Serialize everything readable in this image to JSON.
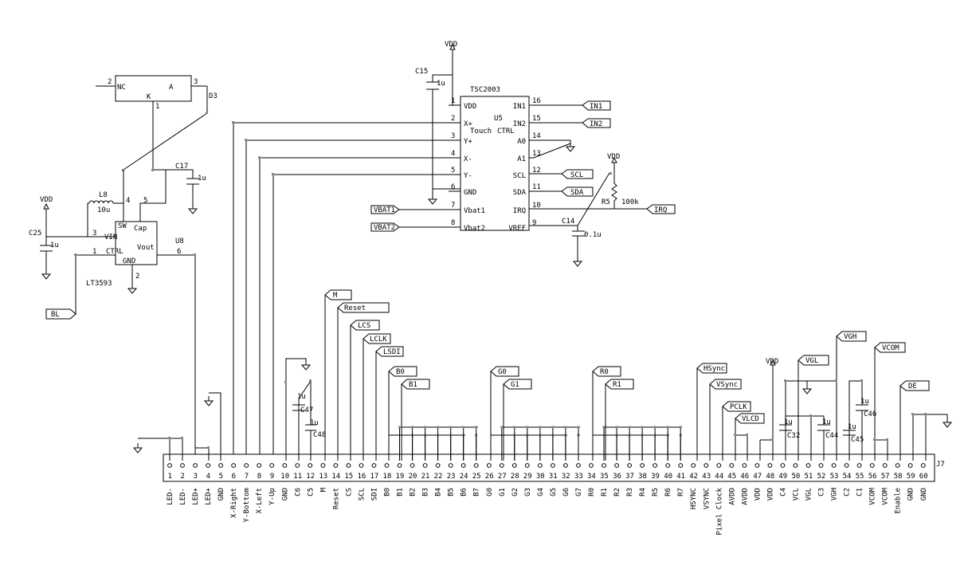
{
  "tsc": {
    "part": "TSC2003",
    "ref": "U5",
    "name1": "Touch",
    "name2": "CTRL",
    "left_pins": [
      {
        "num": "1",
        "name": "VDD"
      },
      {
        "num": "2",
        "name": "X+"
      },
      {
        "num": "3",
        "name": "Y+"
      },
      {
        "num": "4",
        "name": "X-"
      },
      {
        "num": "5",
        "name": "Y-"
      },
      {
        "num": "6",
        "name": "GND"
      },
      {
        "num": "7",
        "name": "Vbat1"
      },
      {
        "num": "8",
        "name": "Vbat2"
      }
    ],
    "right_pins": [
      {
        "num": "16",
        "name": "IN1"
      },
      {
        "num": "15",
        "name": "IN2"
      },
      {
        "num": "14",
        "name": "A0"
      },
      {
        "num": "13",
        "name": "A1"
      },
      {
        "num": "12",
        "name": "SCL"
      },
      {
        "num": "11",
        "name": "SDA"
      },
      {
        "num": "10",
        "name": "IRQ"
      },
      {
        "num": "9",
        "name": "VREF"
      }
    ]
  },
  "lt": {
    "part": "LT3593",
    "ref": "U8",
    "pins": [
      {
        "num": "4",
        "name": "SW"
      },
      {
        "num": "5",
        "name": "Cap"
      },
      {
        "num": "3",
        "name": "VIN"
      },
      {
        "num": "1",
        "name": "CTRL"
      },
      {
        "num": "2",
        "name": "GND"
      },
      {
        "num": "6",
        "name": "Vout"
      }
    ]
  },
  "diode": {
    "ref": "D3",
    "nc": "NC",
    "a": "A",
    "k": "K",
    "pin_nc": "2",
    "pin_a": "3",
    "pin_k": "1"
  },
  "passives": {
    "c15": {
      "ref": "C15",
      "value": "1u"
    },
    "c17": {
      "ref": "C17",
      "value": "1u"
    },
    "c25": {
      "ref": "C25",
      "value": "1u"
    },
    "c14": {
      "ref": "C14",
      "value": "0.1u"
    },
    "l8": {
      "ref": "L8",
      "value": "10u"
    },
    "r5": {
      "ref": "R5",
      "value": "100k"
    },
    "c47": {
      "ref": "C47",
      "value": "1u"
    },
    "c48": {
      "ref": "C48",
      "value": "1u"
    },
    "c32": {
      "ref": "C32",
      "value": "1u"
    },
    "c44": {
      "ref": "C44",
      "value": "1u"
    },
    "c45": {
      "ref": "C45",
      "value": "1u"
    },
    "c46": {
      "ref": "C46",
      "value": "1u"
    }
  },
  "power": {
    "vdd": "VDD"
  },
  "ports": {
    "in1": "IN1",
    "in2": "IN2",
    "scl": "SCL",
    "sda": "SDA",
    "irq": "IRQ",
    "vbat1": "VBAT1",
    "vbat2": "VBAT2",
    "bl": "BL",
    "m": "M",
    "reset": "Reset",
    "lcs": "LCS",
    "lclk": "LCLK",
    "lsdi": "LSDI",
    "b0": "B0",
    "b1": "B1",
    "g0": "G0",
    "g1": "G1",
    "r0": "R0",
    "r1": "R1",
    "hsync": "HSync",
    "vsync": "VSync",
    "pclk": "PCLK",
    "vlcd": "VLCD",
    "vgl": "VGL",
    "vgh": "VGH",
    "vcom": "VCOM",
    "de": "DE"
  },
  "connector": {
    "ref": "J7",
    "pins": [
      {
        "num": "1",
        "label": "LED-"
      },
      {
        "num": "2",
        "label": "LED-"
      },
      {
        "num": "3",
        "label": "LED+"
      },
      {
        "num": "4",
        "label": "LED+"
      },
      {
        "num": "5",
        "label": "GND"
      },
      {
        "num": "6",
        "label": "X-Right"
      },
      {
        "num": "7",
        "label": "Y-Bottom"
      },
      {
        "num": "8",
        "label": "X-Left"
      },
      {
        "num": "9",
        "label": "Y-Up"
      },
      {
        "num": "10",
        "label": "GND"
      },
      {
        "num": "11",
        "label": "C6"
      },
      {
        "num": "12",
        "label": "C5"
      },
      {
        "num": "13",
        "label": "M"
      },
      {
        "num": "14",
        "label": "Reset"
      },
      {
        "num": "15",
        "label": "CS"
      },
      {
        "num": "16",
        "label": "SCL"
      },
      {
        "num": "17",
        "label": "SDI"
      },
      {
        "num": "18",
        "label": "B0"
      },
      {
        "num": "19",
        "label": "B1"
      },
      {
        "num": "20",
        "label": "B2"
      },
      {
        "num": "21",
        "label": "B3"
      },
      {
        "num": "22",
        "label": "B4"
      },
      {
        "num": "23",
        "label": "B5"
      },
      {
        "num": "24",
        "label": "B6"
      },
      {
        "num": "25",
        "label": "B7"
      },
      {
        "num": "26",
        "label": "G0"
      },
      {
        "num": "27",
        "label": "G1"
      },
      {
        "num": "28",
        "label": "G2"
      },
      {
        "num": "29",
        "label": "G3"
      },
      {
        "num": "30",
        "label": "G4"
      },
      {
        "num": "31",
        "label": "G5"
      },
      {
        "num": "32",
        "label": "G6"
      },
      {
        "num": "33",
        "label": "G7"
      },
      {
        "num": "34",
        "label": "R0"
      },
      {
        "num": "35",
        "label": "R1"
      },
      {
        "num": "36",
        "label": "R2"
      },
      {
        "num": "37",
        "label": "R3"
      },
      {
        "num": "38",
        "label": "R4"
      },
      {
        "num": "39",
        "label": "R5"
      },
      {
        "num": "40",
        "label": "R6"
      },
      {
        "num": "41",
        "label": "R7"
      },
      {
        "num": "42",
        "label": "HSYNC"
      },
      {
        "num": "43",
        "label": "VSYNC"
      },
      {
        "num": "44",
        "label": "Pixel Clock"
      },
      {
        "num": "45",
        "label": "AVDD"
      },
      {
        "num": "46",
        "label": "AVDD"
      },
      {
        "num": "47",
        "label": "VDD"
      },
      {
        "num": "48",
        "label": "VDD"
      },
      {
        "num": "49",
        "label": "C4"
      },
      {
        "num": "50",
        "label": "VCL"
      },
      {
        "num": "51",
        "label": "VGL"
      },
      {
        "num": "52",
        "label": "C3"
      },
      {
        "num": "53",
        "label": "VGH"
      },
      {
        "num": "54",
        "label": "C2"
      },
      {
        "num": "55",
        "label": "C1"
      },
      {
        "num": "56",
        "label": "VCOM"
      },
      {
        "num": "57",
        "label": "VCOM"
      },
      {
        "num": "58",
        "label": "Enable"
      },
      {
        "num": "59",
        "label": "GND"
      },
      {
        "num": "60",
        "label": "GND"
      }
    ]
  }
}
